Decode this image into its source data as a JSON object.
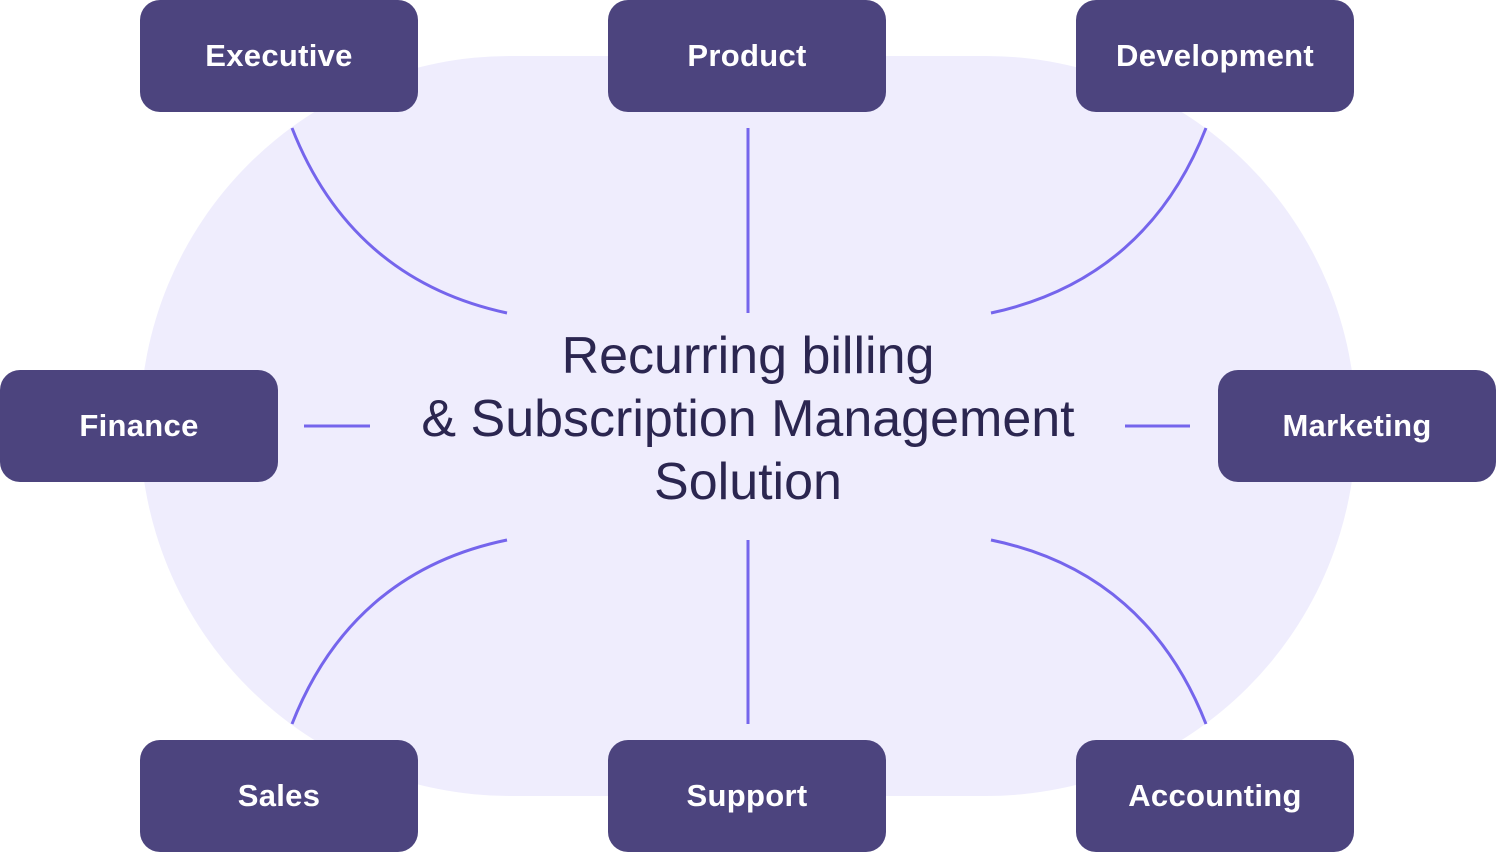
{
  "center": {
    "line1": "Recurring billing",
    "line2": "& Subscription Management",
    "line3": "Solution"
  },
  "nodes": {
    "executive": "Executive",
    "product": "Product",
    "development": "Development",
    "finance": "Finance",
    "marketing": "Marketing",
    "sales": "Sales",
    "support": "Support",
    "accounting": "Accounting"
  },
  "colors": {
    "node_fill": "#4c447e",
    "node_text": "#ffffff",
    "background_blob": "#efedfd",
    "connector": "#7565ec",
    "center_text": "#2b2650"
  }
}
